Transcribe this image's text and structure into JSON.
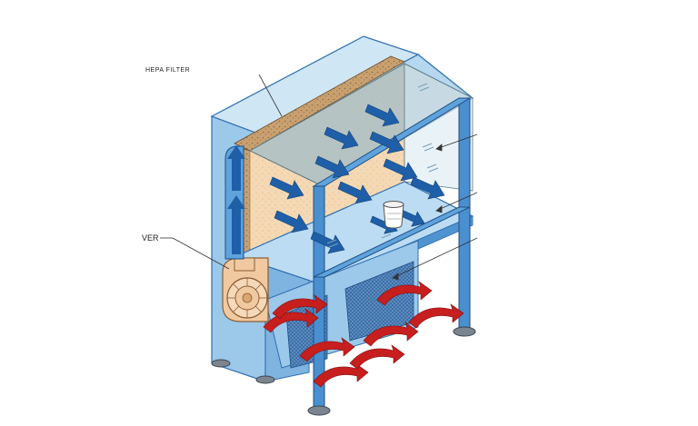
{
  "labels": {
    "filter_callout": "HEPA FILTER",
    "blower_callout": "VER"
  },
  "colors": {
    "cabinet_light": "#cfe6f5",
    "cabinet_mid": "#9cc8ea",
    "cabinet_dark": "#4f93d0",
    "frame": "#4a8fd0",
    "frame_dark": "#2f6fb0",
    "glass": "#bcd4dc",
    "filter_cork": "#c9a070",
    "back_panel": "#f4d9b4",
    "laminar_arrow": "#1f5fa8",
    "intake_arrow": "#c71e1e",
    "blower_fill": "#f1c9a0"
  },
  "icons": [
    "laminar-airflow-arrow",
    "intake-airflow-arrow",
    "blower-fan-icon",
    "beaker-icon"
  ]
}
